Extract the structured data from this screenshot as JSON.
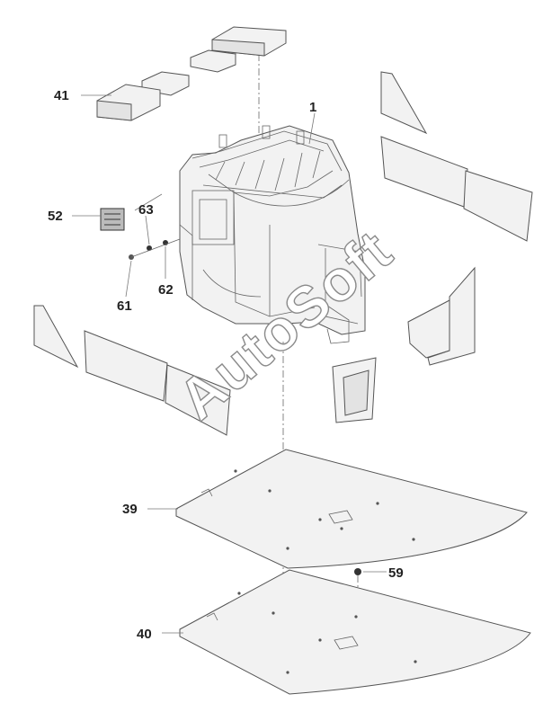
{
  "callouts": {
    "p1": "1",
    "p39": "39",
    "p40": "40",
    "p41": "41",
    "p52": "52",
    "p59": "59",
    "p61": "61",
    "p62": "62",
    "p63": "63"
  },
  "watermark": "AutoSoft"
}
